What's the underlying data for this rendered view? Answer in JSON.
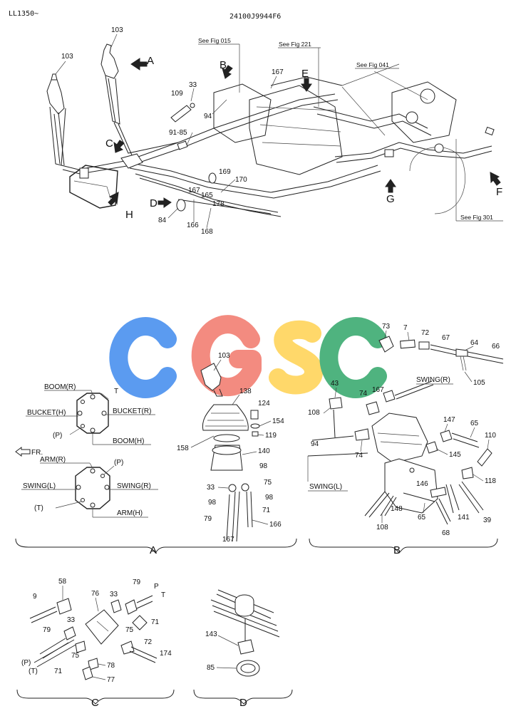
{
  "header": {
    "model": "LL1350~",
    "drawing_number": "24100J9944F6"
  },
  "watermark": {
    "letters": [
      "C",
      "G",
      "S",
      "C"
    ],
    "colors": [
      "#5b9bf0",
      "#f38b80",
      "#ffd86a",
      "#4fb37f"
    ]
  },
  "refs": {
    "fig015": "See Fig 015",
    "fig221": "See Fig 221",
    "fig041": "See Fig 041",
    "fig301": "See Fig 301"
  },
  "views": {
    "A": "A",
    "B": "B",
    "C": "C",
    "D": "D",
    "E": "E",
    "F": "F",
    "G": "G",
    "H": "H"
  },
  "pattern_top": {
    "boom_r": "BOOM(R)",
    "t": "T",
    "bucket_h": "BUCKET(H)",
    "bucket_r": "BUCKET(R)",
    "p": "(P)",
    "boom_h": "BOOM(H)"
  },
  "front": "FR.",
  "pattern_bottom": {
    "arm_r": "ARM(R)",
    "p": "(P)",
    "swing_l": "SWING(L)",
    "swing_r": "SWING(R)",
    "t": "(T)",
    "arm_h": "ARM(H)"
  },
  "detail_b": {
    "swing_r": "SWING(R)",
    "swing_l": "SWING(L)"
  },
  "detail_c": {
    "p": "(P)",
    "t": "(T)",
    "p2": "P",
    "t2": "T"
  },
  "callouts": {
    "top": [
      "103",
      "103",
      "33",
      "109",
      "94",
      "91-85",
      "167",
      "169",
      "170",
      "178",
      "167",
      "165",
      "84",
      "166",
      "168"
    ],
    "a": [
      "103",
      "138",
      "124",
      "154",
      "119",
      "158",
      "140",
      "98",
      "75",
      "33",
      "98",
      "98",
      "79",
      "71",
      "166",
      "167"
    ],
    "b": [
      "73",
      "7",
      "72",
      "67",
      "64",
      "66",
      "105",
      "43",
      "74",
      "167",
      "108",
      "94",
      "74",
      "147",
      "65",
      "110",
      "145",
      "146",
      "118",
      "148",
      "65",
      "141",
      "39",
      "108",
      "68"
    ],
    "c": [
      "9",
      "58",
      "76",
      "33",
      "79",
      "33",
      "75",
      "71",
      "79",
      "72",
      "75",
      "174",
      "78",
      "71",
      "77"
    ],
    "d": [
      "143",
      "85"
    ]
  }
}
